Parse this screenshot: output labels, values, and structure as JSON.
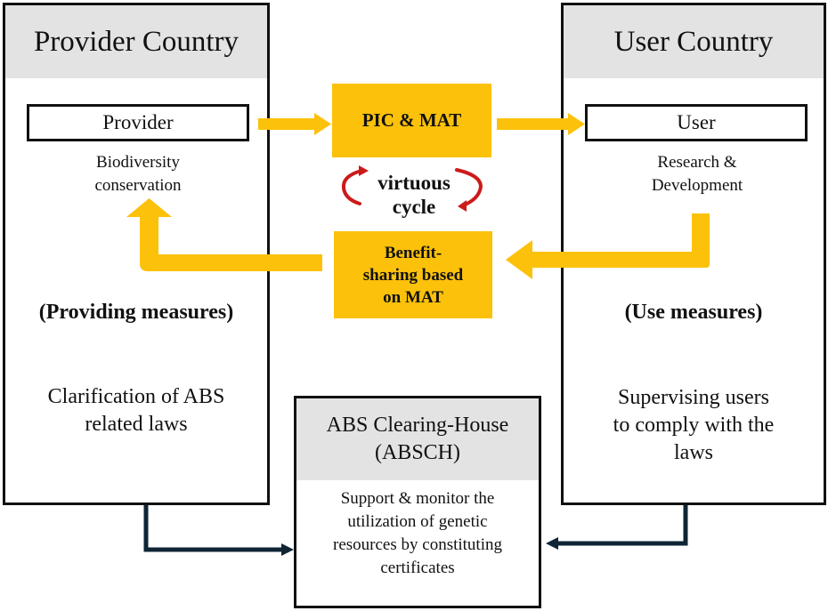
{
  "provider_country": {
    "title": "Provider Country",
    "actor": "Provider",
    "actor_role": [
      "Biodiversity",
      "conservation"
    ],
    "measures": "(Providing measures)",
    "description": [
      "Clarification of ABS",
      "related laws"
    ]
  },
  "user_country": {
    "title": "User Country",
    "actor": "User",
    "actor_role": [
      "Research &",
      "Development"
    ],
    "measures": "(Use measures)",
    "description": [
      "Supervising users",
      "to comply with the",
      "laws"
    ]
  },
  "center": {
    "pic_mat": "PIC & MAT",
    "cycle": [
      "virtuous",
      "cycle"
    ],
    "benefit_sharing": [
      "Benefit-",
      "sharing based",
      "on MAT"
    ]
  },
  "absch": {
    "title": [
      "ABS Clearing-House",
      "(ABSCH)"
    ],
    "description": [
      "Support & monitor the",
      "utilization of genetic",
      "resources by constituting",
      "certificates"
    ]
  },
  "colors": {
    "flow_arrow": "#fcc10a",
    "link_arrow": "#0f2535",
    "cycle_arrow": "#cc1a1a",
    "header_fill": "#e3e3e3"
  }
}
